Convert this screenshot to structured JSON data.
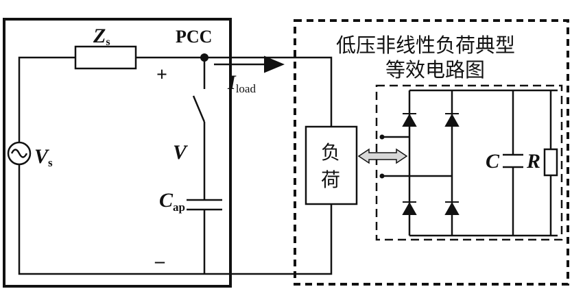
{
  "labels": {
    "zs_main": "Z",
    "zs_sub": "s",
    "pcc": "PCC",
    "plus": "+",
    "minus": "–",
    "iload_main": "I",
    "iload_sub": "load",
    "vs_main": "V",
    "vs_sub": "s",
    "v": "V",
    "cap_main": "C",
    "cap_sub": "ap",
    "title_line1": "低压非线性负荷典型",
    "title_line2": "等效电路图",
    "load_line1": "负",
    "load_line2": "荷",
    "c": "C",
    "r": "R"
  },
  "colors": {
    "line": "#111111",
    "arrow_fill": "#d8d8d8"
  }
}
